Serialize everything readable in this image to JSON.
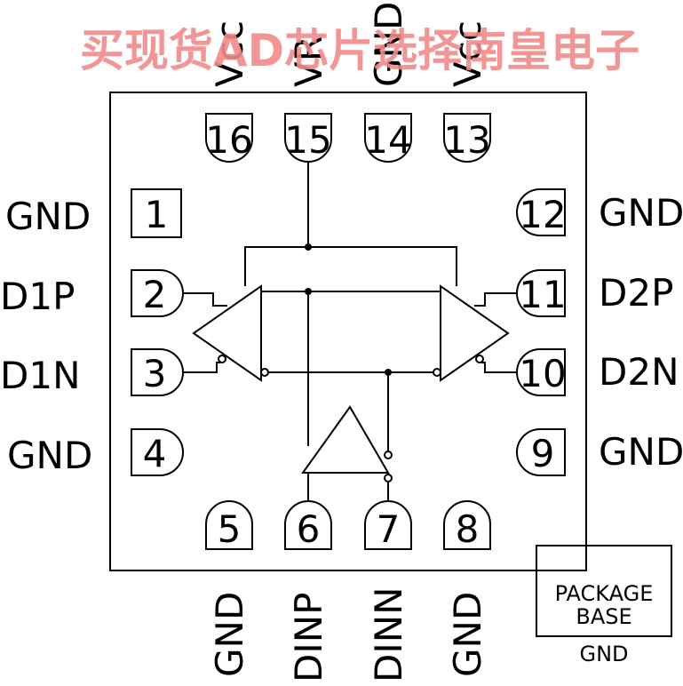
{
  "watermark": "买现货AD芯片选择南皇电子",
  "pins": {
    "p1": {
      "num": "1",
      "name": "GND"
    },
    "p2": {
      "num": "2",
      "name": "D1P"
    },
    "p3": {
      "num": "3",
      "name": "D1N"
    },
    "p4": {
      "num": "4",
      "name": "GND"
    },
    "p5": {
      "num": "5",
      "name": "GND"
    },
    "p6": {
      "num": "6",
      "name": "DINP"
    },
    "p7": {
      "num": "7",
      "name": "DINN"
    },
    "p8": {
      "num": "8",
      "name": "GND"
    },
    "p9": {
      "num": "9",
      "name": "GND"
    },
    "p10": {
      "num": "10",
      "name": "D2N"
    },
    "p11": {
      "num": "11",
      "name": "D2P"
    },
    "p12": {
      "num": "12",
      "name": "GND"
    },
    "p13": {
      "num": "13",
      "name": "Vcc"
    },
    "p14": {
      "num": "14",
      "name": "GND"
    },
    "p15": {
      "num": "15",
      "name": "VR"
    },
    "p16": {
      "num": "16",
      "name": "Vcc"
    }
  },
  "package_base": {
    "line1": "PACKAGE",
    "line2": "BASE",
    "gnd": "GND"
  }
}
